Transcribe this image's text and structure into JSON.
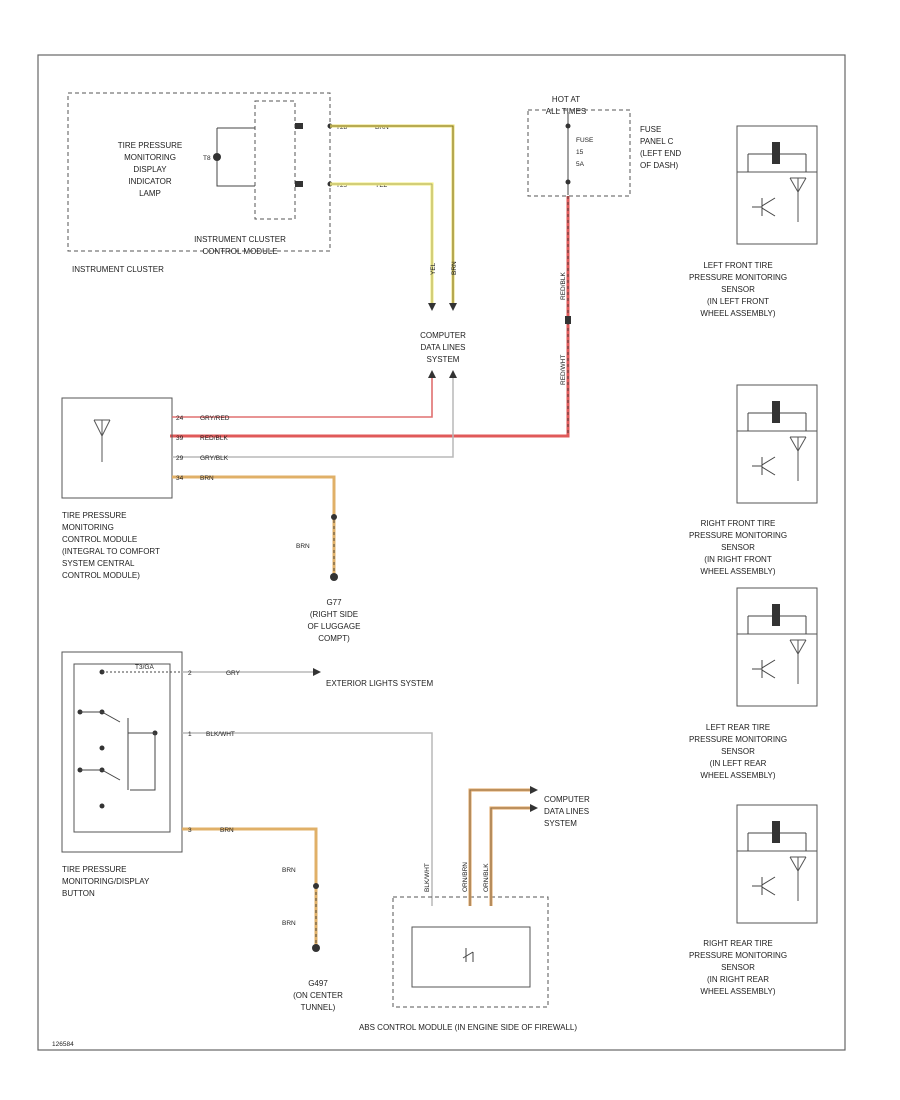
{
  "diagram_id": "126584",
  "colors": {
    "yellow": "#f0e65a",
    "red": "#e05858",
    "orange": "#e0a460",
    "gray": "#b8b8b8",
    "outline": "#555555"
  },
  "instrument_cluster": {
    "lamp_label": [
      "TIRE PRESSURE",
      "MONITORING",
      "DISPLAY",
      "INDICATOR",
      "LAMP"
    ],
    "module_label": [
      "INSTRUMENT CLUSTER",
      "CONTROL MODULE"
    ],
    "outer_label": "INSTRUMENT CLUSTER",
    "pin_left": "T8",
    "wire1": {
      "pin": "T28",
      "color": "BRN"
    },
    "wire2": {
      "pin": "T29",
      "color": "YEL"
    }
  },
  "vertical_wires": {
    "yel": "YEL",
    "brn": "BRN"
  },
  "computer_data_lines_top": [
    "COMPUTER",
    "DATA LINES",
    "SYSTEM"
  ],
  "fuse": {
    "hot_label": [
      "HOT AT",
      "ALL TIMES"
    ],
    "fuse_label": [
      "FUSE",
      "15",
      "5A"
    ],
    "panel_label": [
      "FUSE",
      "PANEL C",
      "(LEFT END",
      "OF DASH)"
    ],
    "wire_upper": "RED/BLK",
    "wire_lower": "RED/WHT"
  },
  "tpms_module": {
    "label": [
      "TIRE PRESSURE",
      "MONITORING",
      "CONTROL MODULE",
      "(INTEGRAL TO COMFORT",
      "SYSTEM CENTRAL",
      "CONTROL MODULE)"
    ],
    "wire1": {
      "pin": "24",
      "color": "GRY/RED"
    },
    "wire2": {
      "pin": "39",
      "color": "RED/BLK"
    },
    "wire3": {
      "pin": "29",
      "color": "GRY/BLK"
    },
    "wire4": {
      "pin": "34",
      "color": "BRN"
    },
    "ground_wire": "BRN",
    "ground_label": [
      "G77",
      "(RIGHT SIDE",
      "OF LUGGAGE",
      "COMPT)"
    ]
  },
  "button": {
    "label": [
      "TIRE PRESSURE",
      "MONITORING/DISPLAY",
      "BUTTON"
    ],
    "wire1": {
      "pin": "2",
      "color": "GRY",
      "tag": "T3/GA"
    },
    "wire2": {
      "pin": "1",
      "color": "BLK/WHT"
    },
    "wire3": {
      "pin": "3",
      "color": "BRN"
    },
    "exterior": "EXTERIOR LIGHTS SYSTEM",
    "ground_wire_upper": "BRN",
    "ground_wire_lower": "BRN",
    "ground_label": [
      "G497",
      "(ON CENTER",
      "TUNNEL)"
    ]
  },
  "abs": {
    "label": "ABS CONTROL MODULE (IN ENGINE SIDE OF FIREWALL)",
    "wire_blk": "BLK/WHT",
    "wire_org1": "ORN/BRN",
    "wire_org2": "ORN/BLK",
    "computer_label": [
      "COMPUTER",
      "DATA LINES",
      "SYSTEM"
    ]
  },
  "sensors": [
    {
      "label": [
        "LEFT FRONT TIRE",
        "PRESSURE MONITORING",
        "SENSOR",
        "(IN LEFT FRONT",
        "WHEEL ASSEMBLY)"
      ]
    },
    {
      "label": [
        "RIGHT FRONT TIRE",
        "PRESSURE MONITORING",
        "SENSOR",
        "(IN RIGHT FRONT",
        "WHEEL ASSEMBLY)"
      ]
    },
    {
      "label": [
        "LEFT REAR TIRE",
        "PRESSURE MONITORING",
        "SENSOR",
        "(IN LEFT REAR",
        "WHEEL ASSEMBLY)"
      ]
    },
    {
      "label": [
        "RIGHT REAR TIRE",
        "PRESSURE MONITORING",
        "SENSOR",
        "(IN RIGHT REAR",
        "WHEEL ASSEMBLY)"
      ]
    }
  ]
}
